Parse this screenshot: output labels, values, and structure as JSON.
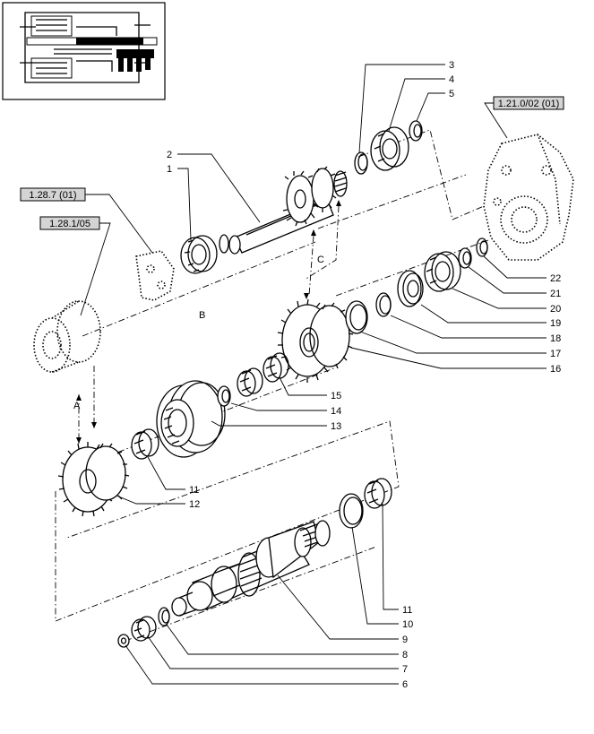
{
  "references": {
    "ref_1": "1.28.7 (01)",
    "ref_2": "1.28.1/05",
    "ref_3": "1.21.0/02 (01)"
  },
  "flow_letters": {
    "a": "A",
    "b": "B",
    "c": "C"
  },
  "part_numbers": {
    "p1": "1",
    "p2": "2",
    "p3": "3",
    "p4": "4",
    "p5": "5",
    "p6": "6",
    "p7": "7",
    "p8": "8",
    "p9": "9",
    "p10": "10",
    "p11a": "11",
    "p11b": "11",
    "p12": "12",
    "p13": "13",
    "p14": "14",
    "p15": "15",
    "p16": "16",
    "p17": "17",
    "p18": "18",
    "p19": "19",
    "p20": "20",
    "p21": "21",
    "p22": "22"
  }
}
